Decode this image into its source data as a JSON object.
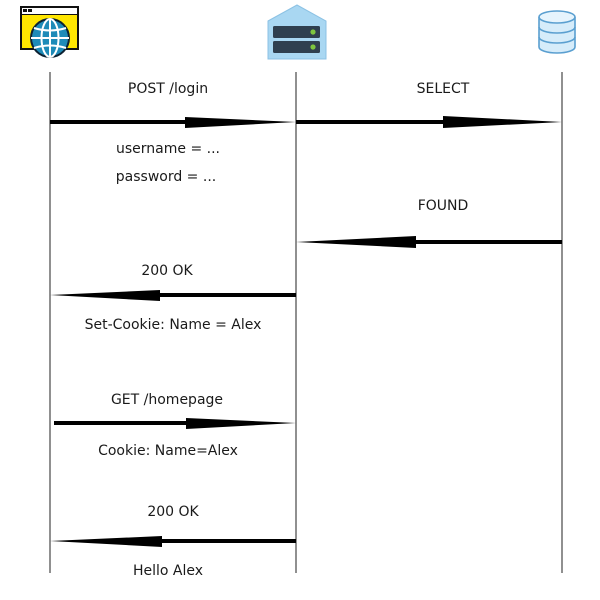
{
  "participants": [
    {
      "id": "browser",
      "icon": "browser-globe-icon"
    },
    {
      "id": "server",
      "icon": "server-icon"
    },
    {
      "id": "database",
      "icon": "database-icon"
    }
  ],
  "messages": [
    {
      "from": "browser",
      "to": "server",
      "label": "POST /login"
    },
    {
      "from": "server",
      "to": "database",
      "label": "SELECT"
    },
    {
      "from": "database",
      "to": "server",
      "label": "FOUND"
    },
    {
      "from": "server",
      "to": "browser",
      "label": "200 OK"
    },
    {
      "from": "browser",
      "to": "server",
      "label": "GET /homepage"
    },
    {
      "from": "server",
      "to": "browser",
      "label": "200 OK"
    }
  ],
  "notes": {
    "login_username": "username = ...",
    "login_password": "password = ...",
    "set_cookie": "Set-Cookie: Name = Alex",
    "cookie": "Cookie: Name=Alex",
    "hello": "Hello Alex"
  },
  "colors": {
    "browser_window": "#FFE600",
    "globe": "#1E8BB8",
    "server_fill": "#A9D7F2",
    "server_led": "#7EC63F",
    "database_fill": "#D6ECFA",
    "database_stroke": "#5A9FD0",
    "arrow": "#000000"
  }
}
